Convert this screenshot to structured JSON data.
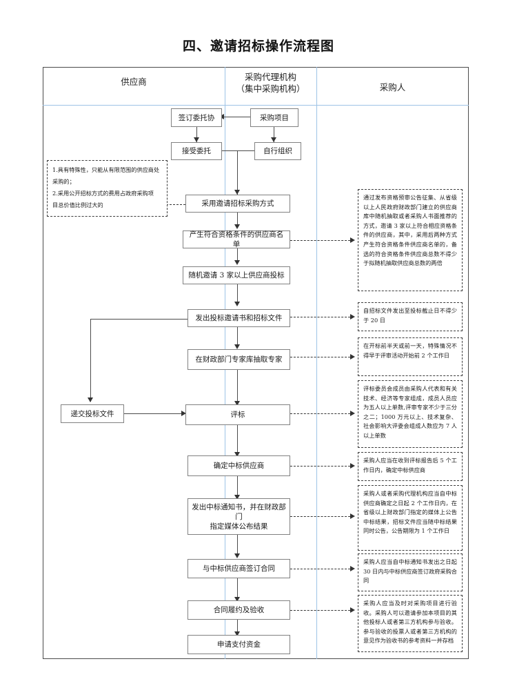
{
  "page": {
    "title": "四、邀请招标操作流程图"
  },
  "columns": [
    {
      "id": "supplier",
      "label": "供应商"
    },
    {
      "id": "agency",
      "label": "采购代理机构\n（集中采购机构）",
      "line1": "采购代理机构",
      "line2": "（集中采购机构）"
    },
    {
      "id": "purchaser",
      "label": "采购人"
    }
  ],
  "nodes": [
    {
      "id": "sign-entrust",
      "label": "签订委托协",
      "column": "agency"
    },
    {
      "id": "procurement-project",
      "label": "采购项目",
      "column": "purchaser"
    },
    {
      "id": "accept-entrust",
      "label": "接受委托",
      "column": "agency"
    },
    {
      "id": "self-organize",
      "label": "自行组织",
      "column": "purchaser"
    },
    {
      "id": "adopt-invite-method",
      "label": "采用邀请招标采购方式",
      "column": "agency"
    },
    {
      "id": "qualified-list",
      "label": "产生符合资格条件的供应商名单",
      "column": "agency"
    },
    {
      "id": "invite-3-suppliers",
      "label": "随机邀请 3 家以上供应商投标",
      "column": "agency"
    },
    {
      "id": "issue-invitation",
      "label": "发出投标邀请书和招标文件",
      "column": "agency"
    },
    {
      "id": "draw-experts",
      "label": "在财政部门专家库抽取专家",
      "column": "agency"
    },
    {
      "id": "submit-bid-docs",
      "label": "递交投标文件",
      "column": "supplier"
    },
    {
      "id": "bid-evaluation",
      "label": "评标",
      "column": "agency"
    },
    {
      "id": "determine-winner",
      "label": "确定中标供应商",
      "column": "agency"
    },
    {
      "id": "issue-win-notice",
      "label": "发出中标通知书，并在财政部门\n指定媒体公布结果",
      "line1": "发出中标通知书，并在财政部门",
      "line2": "指定媒体公布结果",
      "column": "agency"
    },
    {
      "id": "sign-contract",
      "label": "与中标供应商签订合同",
      "column": "agency"
    },
    {
      "id": "contract-acceptance",
      "label": "合同履约及验收",
      "column": "agency"
    },
    {
      "id": "apply-payment",
      "label": "申请支付资金",
      "column": "agency"
    }
  ],
  "notes": [
    {
      "id": "note-invite-conditions",
      "side": "left",
      "target": "adopt-invite-method",
      "text": "1.具有特殊性，只能从有限范围的供应商处采购的；\n2.采用公开招标方式的费用占政府采购项目总价值比例过大的",
      "line1": "1.具有特殊性，只能从有限范围的供应商处",
      "line2": "采购的；",
      "line3": "2.采用公开招标方式的费用占政府采购项",
      "line4": "目总价值比例过大的"
    },
    {
      "id": "note-qualified-list",
      "side": "right",
      "target": "qualified-list",
      "text": "通过发布资格预审公告征集、从省级以上人民政府财政部门建立的供应商库中随机抽取或者采购人书面推荐的方式，邀请 3 家以上符合相应资格条件的供应商，其中，采用后两种方式产生符合资格条件供应商名单的，备选的符合资格条件供应商总数不得少于拟随机抽取供应商总数的两倍"
    },
    {
      "id": "note-bid-deadline",
      "side": "right",
      "target": "issue-invitation",
      "text": "自招标文件发出至投标截止日不得少于 20 日"
    },
    {
      "id": "note-expert-timing",
      "side": "right",
      "target": "draw-experts",
      "text": "在开标前半天或前一天，特殊情况不得早于评审活动开始前 2 个工作日"
    },
    {
      "id": "note-evaluation-committee",
      "side": "right",
      "target": "bid-evaluation",
      "text": "评标委员会成员由采购人代表和有关技术、经济等专家组成，成员人员应为五人以上单数,评审专家不少于三分之二；1000 万元以上、技术复杂、社会影响大评委会组成人数应为 7 人以上单数"
    },
    {
      "id": "note-determine-winner",
      "side": "right",
      "target": "determine-winner",
      "text": "采购人应当在收到评标报告后 5 个工作日内，确定中标供应商"
    },
    {
      "id": "note-announce-result",
      "side": "right",
      "target": "issue-win-notice",
      "text": "采购人或者采购代理机构应当自中标供应商确定之日起 2 个工作日内，在省级以上财政部门指定的媒体上公告中标结果，招标文件应当随中标结果同时公告，公告期限为 1 个工作日"
    },
    {
      "id": "note-sign-contract",
      "side": "right",
      "target": "sign-contract",
      "text": "采购人应当自中标通知书发出之日起 30 日内与中标供应商签订政府采购合同"
    },
    {
      "id": "note-acceptance",
      "side": "right",
      "target": "contract-acceptance",
      "text": "采购人应当及时对采购项目进行验收。采购人可以邀请参加本项目的其他投标人或者第三方机构参与验收。参与验收的投票人或者第三方机构的意见作为验收书的参考资料一并存档"
    }
  ],
  "colors": {
    "divider": "#9dc3e6",
    "frame": "#4a4a4a",
    "node_border": "#808080",
    "connector": "#4a4a4a",
    "note_border": "#3a3a3a",
    "text": "#1a1a1a"
  }
}
